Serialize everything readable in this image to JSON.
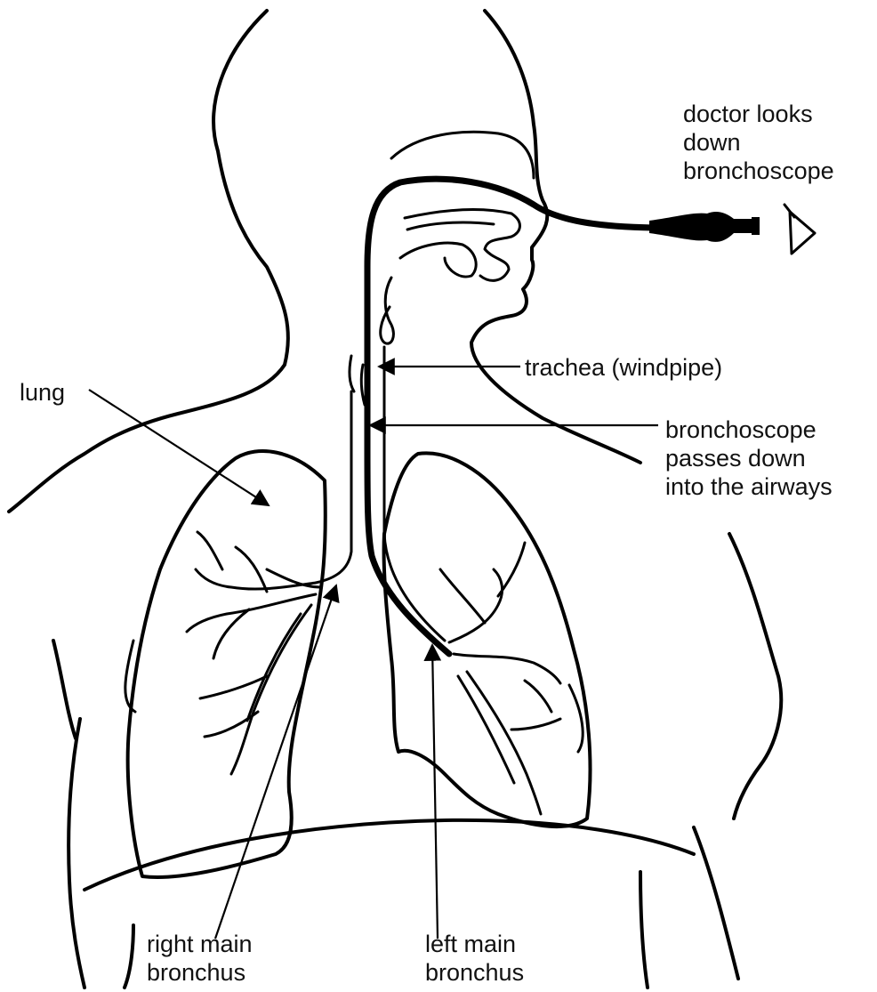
{
  "labels": {
    "doctor": [
      "doctor looks",
      "down",
      "bronchoscope"
    ],
    "trachea": "trachea (windpipe)",
    "lung": "lung",
    "bronchoscope_path": [
      "bronchoscope",
      "passes down",
      "into the airways"
    ],
    "right_main": [
      "right main",
      "bronchus"
    ],
    "left_main": [
      "left main",
      "bronchus"
    ]
  },
  "icons": {
    "eye": "eye-icon",
    "scope_eyepiece": "bronchoscope-eyepiece"
  },
  "colors": {
    "line": "#000000",
    "background": "#ffffff"
  }
}
